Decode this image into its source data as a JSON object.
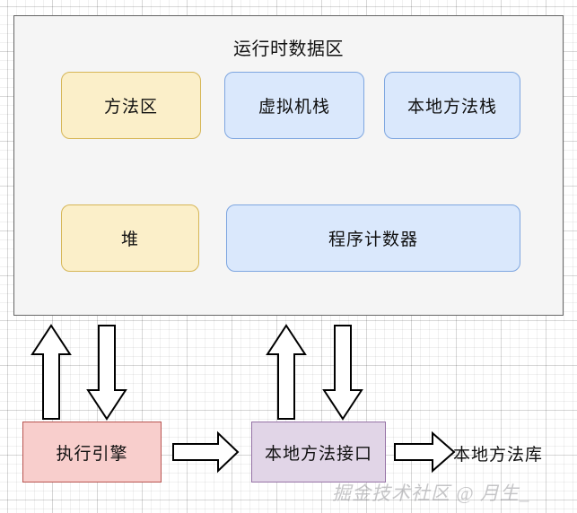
{
  "diagram": {
    "title": "运行时数据区",
    "runtime_area": {
      "label": "运行时数据区",
      "boxes": [
        {
          "label": "方法区",
          "color": "#fbefc9",
          "border": "#d6b656"
        },
        {
          "label": "虚拟机栈",
          "color": "#dae8fc",
          "border": "#7ea6e0"
        },
        {
          "label": "本地方法栈",
          "color": "#dae8fc",
          "border": "#7ea6e0"
        },
        {
          "label": "堆",
          "color": "#fbefc9",
          "border": "#d6b656"
        },
        {
          "label": "程序计数器",
          "color": "#dae8fc",
          "border": "#7ea6e0"
        }
      ]
    },
    "bottom_nodes": [
      {
        "label": "执行引擎",
        "color": "#f8cecc",
        "border": "#b85450"
      },
      {
        "label": "本地方法接口",
        "color": "#e1d5e7",
        "border": "#9673a6"
      },
      {
        "label": "本地方法库",
        "color": "none",
        "border": "none"
      }
    ],
    "arrows": [
      {
        "name": "engine-up",
        "direction": "up"
      },
      {
        "name": "engine-down",
        "direction": "down"
      },
      {
        "name": "native-up",
        "direction": "up"
      },
      {
        "name": "native-down",
        "direction": "down"
      },
      {
        "name": "engine-to-native",
        "direction": "right"
      },
      {
        "name": "native-to-library",
        "direction": "right"
      }
    ]
  },
  "watermark": "掘金技术社区 @ 月生_"
}
